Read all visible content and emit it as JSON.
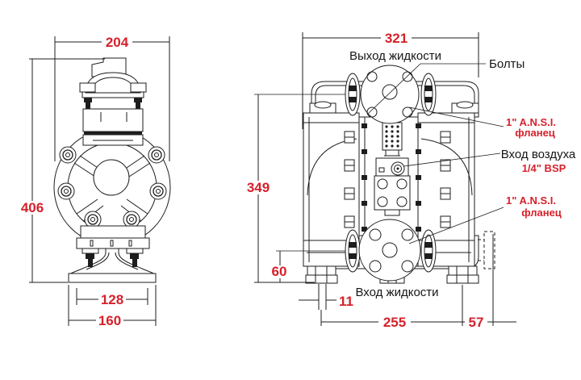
{
  "diagram": {
    "colors": {
      "dimension_text": "#d6212b",
      "line": "#1d1d1f",
      "background": "#ffffff"
    },
    "left_view": {
      "dim_overall_width": "204",
      "dim_overall_height": "406",
      "dim_base_inner_width": "128",
      "dim_base_outer_width": "160"
    },
    "right_view": {
      "dim_overall_width": "321",
      "dim_height_to_outlet_port": "349",
      "dim_inlet_port_height": "60",
      "dim_foot_offset": "11",
      "dim_feet_span": "255",
      "dim_flange_offset": "57",
      "labels": {
        "fluid_outlet": "Выход жидкости",
        "bolts": "Болты",
        "flange_line1": "1\" A.N.S.I.",
        "flange_line2": "фланец",
        "air_inlet": "Вход воздуха",
        "air_inlet_size": "1/4\" BSP",
        "fluid_inlet": "Вход жидкости"
      }
    }
  }
}
